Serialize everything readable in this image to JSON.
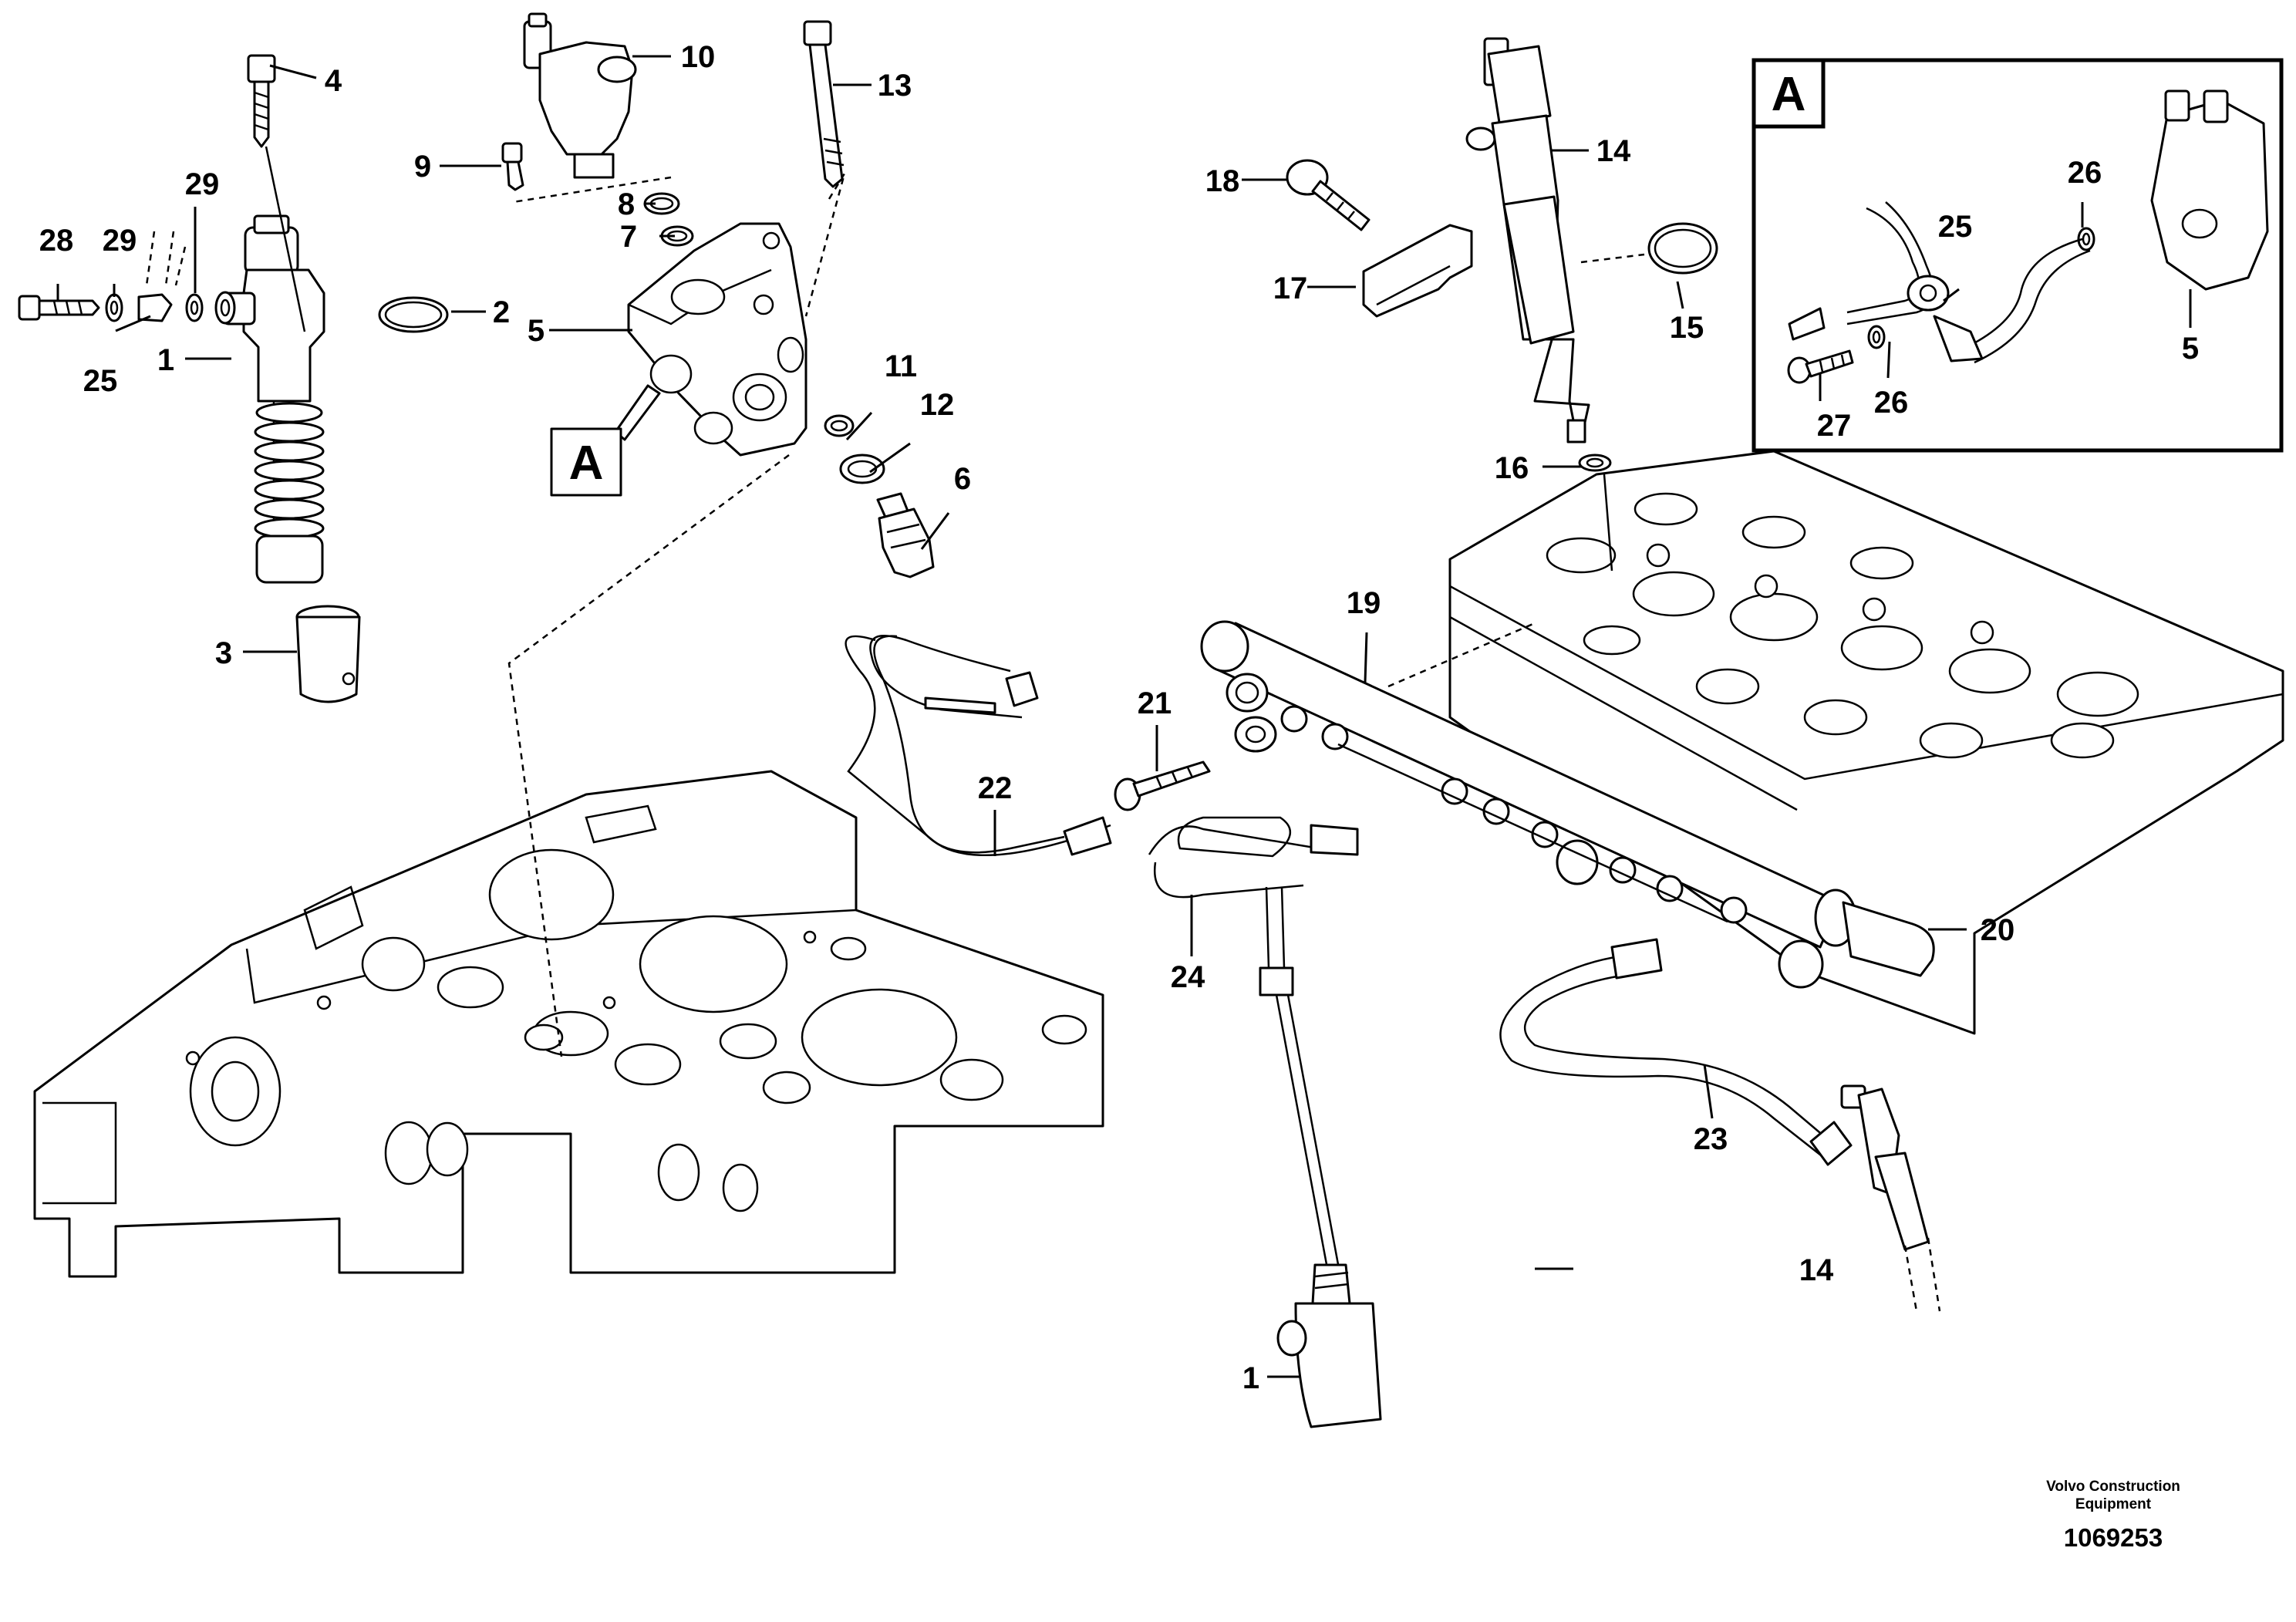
{
  "callouts": {
    "c1": "1",
    "c1b": "1",
    "c2": "2",
    "c3": "3",
    "c4": "4",
    "c5": "5",
    "c5b": "5",
    "c6": "6",
    "c7": "7",
    "c8": "8",
    "c9": "9",
    "c10": "10",
    "c11": "11",
    "c12": "12",
    "c13": "13",
    "c14": "14",
    "c14b": "14",
    "c15": "15",
    "c16": "16",
    "c17": "17",
    "c18": "18",
    "c19": "19",
    "c20": "20",
    "c21": "21",
    "c22": "22",
    "c23": "23",
    "c24": "24",
    "c25": "25",
    "c25b": "25",
    "c26": "26",
    "c26b": "26",
    "c27": "27",
    "c28": "28",
    "c29": "29",
    "c29b": "29"
  },
  "detail_ref": {
    "label": "A"
  },
  "detail_box": {
    "label": "A"
  },
  "footer": {
    "credit_line1": "Volvo Construction",
    "credit_line2": "Equipment",
    "doc_number": "1069253"
  }
}
